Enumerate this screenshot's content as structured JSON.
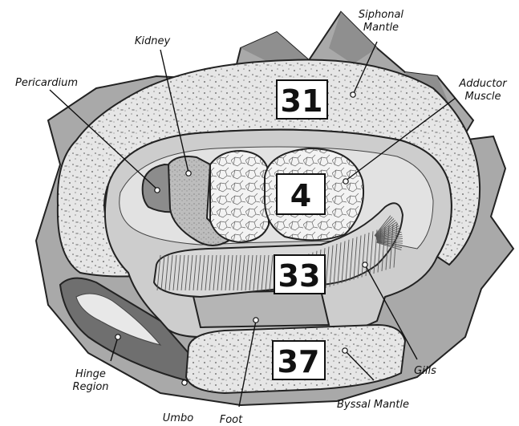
{
  "labels": {
    "siphonal_mantle_1": "Siphonal",
    "siphonal_mantle_2": "Mantle",
    "kidney": "Kidney",
    "pericardium": "Pericardium",
    "adductor_muscle_1": "Adductor",
    "adductor_muscle_2": "Muscle",
    "hinge_region_1": "Hinge",
    "hinge_region_2": "Region",
    "umbo": "Umbo",
    "foot": "Foot",
    "gills": "Gills",
    "byssal_mantle": "Byssal Mantle"
  },
  "numbers": {
    "siphonal": "31",
    "adductor": "4",
    "gills": "33",
    "byssal": "37"
  },
  "colors": {
    "mantle_fill": "#e4e4e4",
    "shell_fill": "#a9a9a9",
    "inner_fill": "#cdcdcd",
    "muscle_fill": "#f2f2f2",
    "pericardium_fill": "#8c8c8c",
    "kidney_fill": "#bdbdbd",
    "gill_fill": "#d8d8d8",
    "foot_fill": "#b5b5b5"
  }
}
